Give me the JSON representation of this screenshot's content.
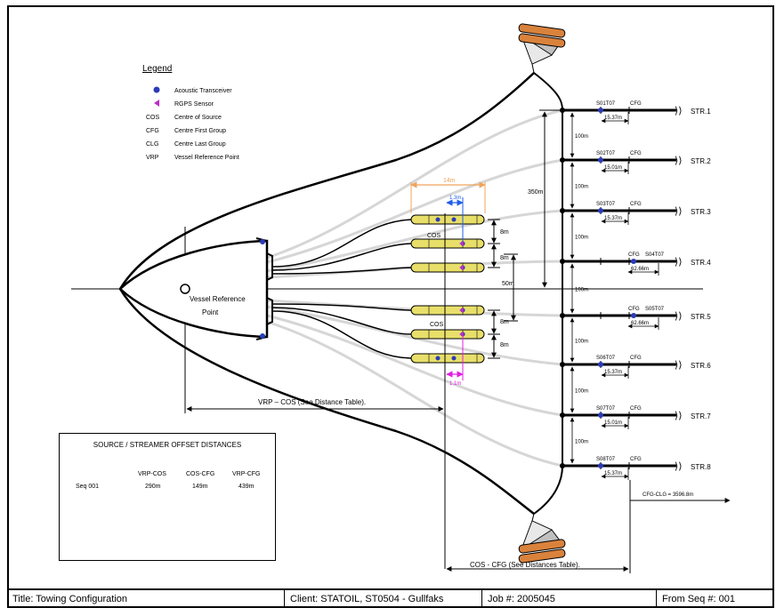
{
  "legend": {
    "title": "Legend",
    "items": [
      {
        "symbol": "",
        "icon": "acoustic-transceiver-icon",
        "label": "Acoustic Transceiver"
      },
      {
        "symbol": "",
        "icon": "rgps-sensor-icon",
        "label": "RGPS Sensor"
      },
      {
        "symbol": "COS",
        "label": "Centre of Source"
      },
      {
        "symbol": "CFG",
        "label": "Centre First Group"
      },
      {
        "symbol": "CLG",
        "label": "Centre Last Group"
      },
      {
        "symbol": "VRP",
        "label": "Vessel Reference Point"
      }
    ]
  },
  "vessel": {
    "label_line1": "Vessel Reference",
    "label_line2": "Point"
  },
  "source": {
    "cos_upper": "COS",
    "cos_lower": "COS",
    "width": "14m",
    "gap_upper": "1.3m",
    "gap_lower": "1.1m",
    "sep_a": "8m",
    "sep_b": "8m",
    "sep_c": "8m",
    "sep_d": "8m",
    "span": "50m"
  },
  "streamers": [
    {
      "label": "STR.1",
      "tt": "S01T07",
      "cfg": "CFG",
      "offset": "15.37m"
    },
    {
      "label": "STR.2",
      "tt": "S02T07",
      "cfg": "CFG",
      "offset": "15.01m"
    },
    {
      "label": "STR.3",
      "tt": "S03T07",
      "cfg": "CFG",
      "offset": "15.37m"
    },
    {
      "label": "STR.4",
      "tt": "S04T07",
      "cfg": "CFG",
      "offset": "62.66m"
    },
    {
      "label": "STR.5",
      "tt": "S05T07",
      "cfg": "CFG",
      "offset": "62.66m"
    },
    {
      "label": "STR.6",
      "tt": "S06T07",
      "cfg": "CFG",
      "offset": "15.37m"
    },
    {
      "label": "STR.7",
      "tt": "S07T07",
      "cfg": "CFG",
      "offset": "15.01m"
    },
    {
      "label": "STR.8",
      "tt": "S08T07",
      "cfg": "CFG",
      "offset": "15.37m"
    }
  ],
  "spacing": {
    "between": "100m",
    "total": "350m"
  },
  "distances": {
    "vrp_cos": "VRP – COS (See Distance Table).",
    "cos_cfg": "COS - CFG (See Distances Table).",
    "cfg_clg": "CFG-CLG = 3596.8m"
  },
  "offset_table": {
    "title": "SOURCE / STREAMER OFFSET DISTANCES",
    "headers": [
      "VRP-COS",
      "COS-CFG",
      "VRP-CFG"
    ],
    "row_label": "Seq 001",
    "values": [
      "290m",
      "149m",
      "439m"
    ]
  },
  "title_bar": {
    "title": "Title: Towing Configuration",
    "client": "Client: STATOIL, ST0504 - Gullfaks",
    "job": "Job #: 2005045",
    "from_seq": "From Seq #: 001"
  },
  "colors": {
    "source_fill": "#e8df6a",
    "acoustic": "#2b3bb8",
    "rgps": "#b92fc4",
    "orange_dim": "#f0a45c",
    "blue_dim": "#1f5ee8",
    "magenta_dim": "#e21de2",
    "faint_line": "#d6d6d6",
    "paravane": "#d9823c"
  }
}
